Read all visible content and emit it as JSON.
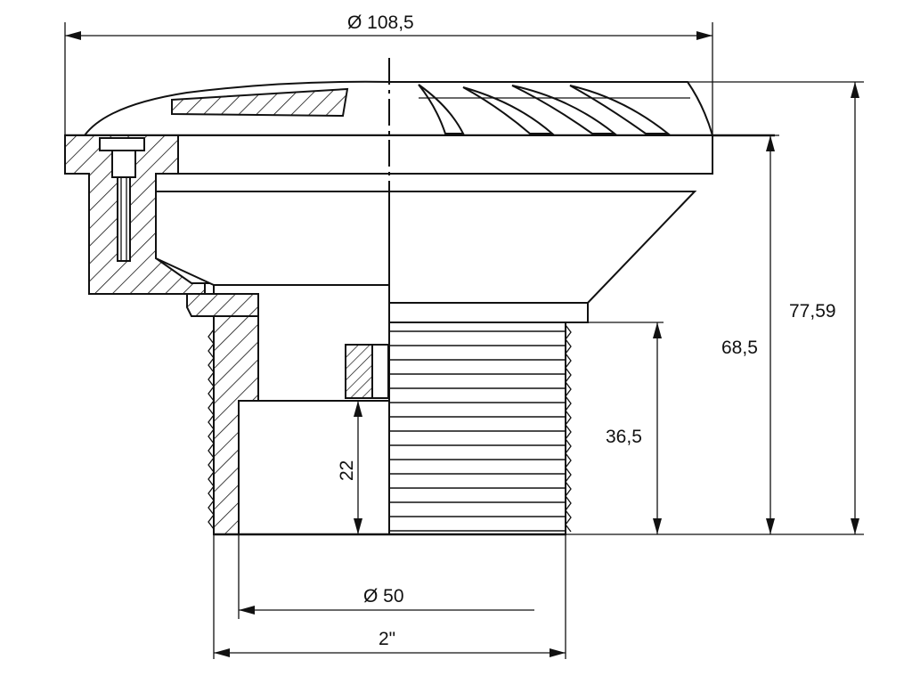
{
  "drawing": {
    "dimensions": {
      "outer_diameter": "Ø 108,5",
      "total_height": "77,59",
      "body_height": "68,5",
      "thread_height": "36,5",
      "inner_depth": "22",
      "inner_diameter": "Ø 50",
      "thread_size": "2\""
    }
  }
}
